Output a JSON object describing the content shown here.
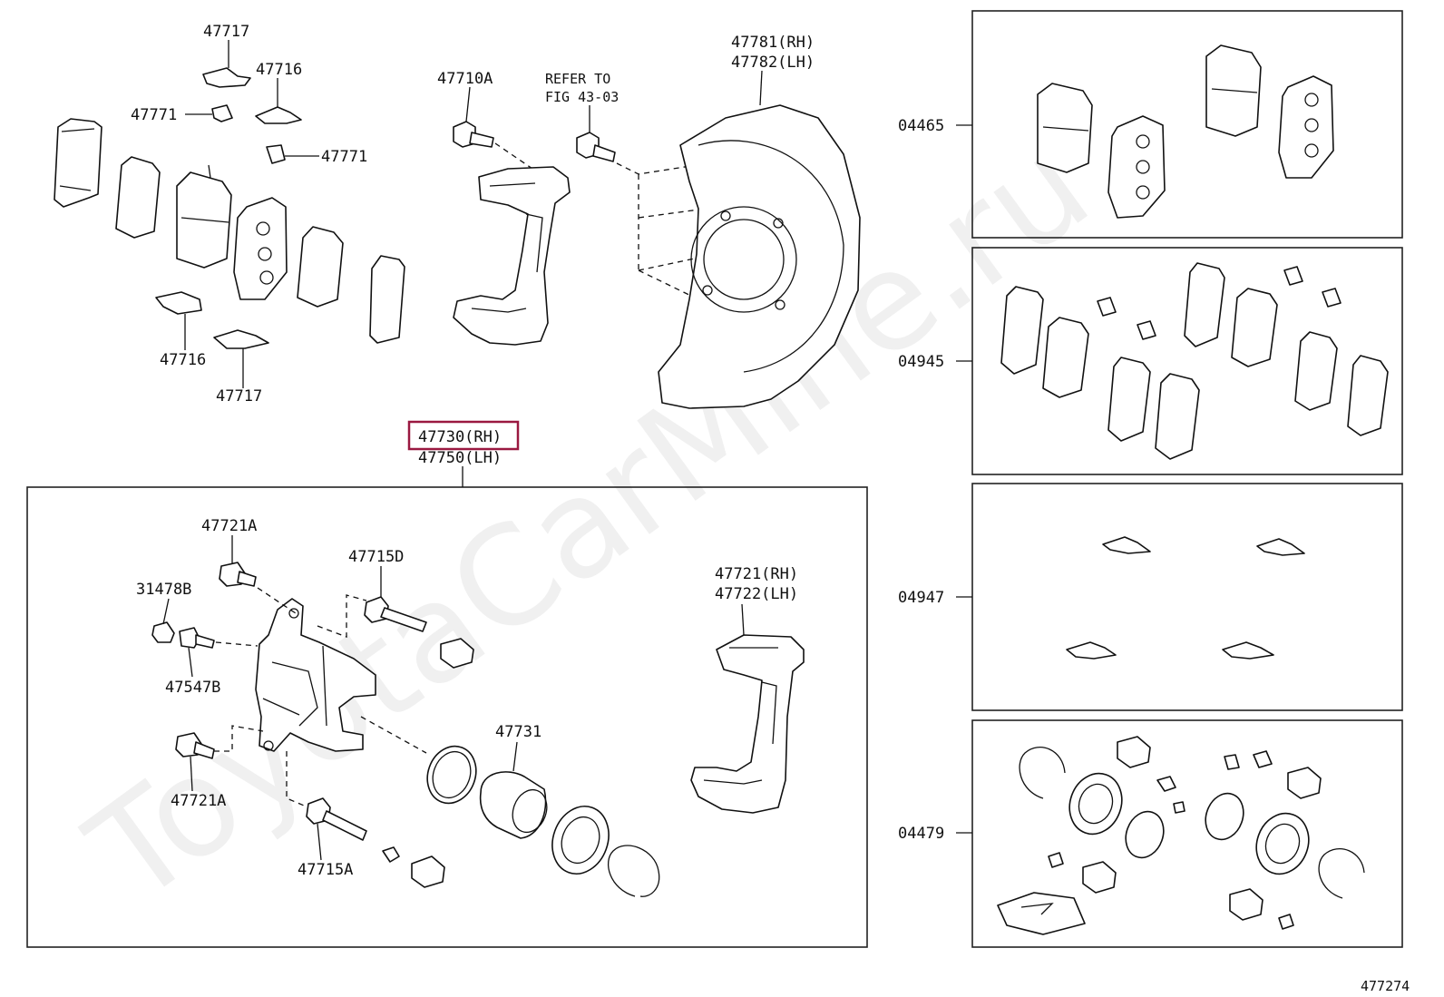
{
  "diagram": {
    "watermark": "ToyotaCarMine.ru",
    "figure_id": "477274",
    "labels": {
      "p47717_top": "47717",
      "p47716_top": "47716",
      "p47771_left": "47771",
      "p47771_right": "47771",
      "p47716_bottom": "47716",
      "p47717_bottom": "47717",
      "p47710A": "47710A",
      "refer_line1": "REFER TO",
      "refer_line2": "FIG 43-03",
      "p47781": "47781(RH)",
      "p47782": "47782(LH)",
      "p47730": "47730(RH)",
      "p47750": "47750(LH)",
      "p47721A_top": "47721A",
      "p47715D": "47715D",
      "p31478B": "31478B",
      "p47547B": "47547B",
      "p47721A_bottom": "47721A",
      "p47715A": "47715A",
      "p47731": "47731",
      "p47721": "47721(RH)",
      "p47722": "47722(LH)",
      "kit_04465": "04465",
      "kit_04945": "04945",
      "kit_04947": "04947",
      "kit_04479": "04479"
    },
    "highlight_label": "47730(RH)",
    "highlight_color": "#9a1840"
  }
}
